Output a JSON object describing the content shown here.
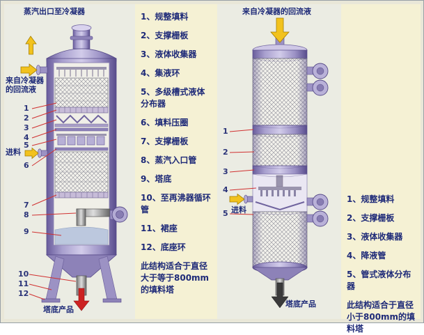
{
  "left_diagram": {
    "top_label": "蒸汽出口至冷凝器",
    "reflux_label": "来自冷凝器的回流液",
    "feed_label": "进料",
    "bottom_label": "塔底产品",
    "callouts": [
      "1",
      "2",
      "3",
      "4",
      "5",
      "6",
      "7",
      "8",
      "9",
      "10",
      "11",
      "12"
    ]
  },
  "middle_legend": {
    "items": [
      "1、规整填料",
      "2、支撑栅板",
      "3、液体收集器",
      "4、集液环",
      "5、多级槽式液体分布器",
      "6、填料压圈",
      "7、支撑栅板",
      "8、蒸汽入口管",
      "9、塔底",
      "10、至再沸器循环管",
      "11、裙座",
      "12、底座环"
    ],
    "note": "此结构适合于直径大于等于800mm的填料塔"
  },
  "right_diagram": {
    "top_label": "来自冷凝器的回流液",
    "feed_label": "进料",
    "bottom_label": "塔底产品",
    "callouts": [
      "1",
      "2",
      "3",
      "4",
      "5"
    ]
  },
  "right_legend": {
    "items": [
      "1、规整填料",
      "2、支撑栅板",
      "3、液体收集器",
      "4、降液管",
      "5、管式液体分布器"
    ],
    "note": "此结构适合于直径小于800mm的填料塔"
  },
  "colors": {
    "shell_purple": "#9c92c4",
    "arrow_yellow": "#f2c21d",
    "leader_red": "#d03030",
    "text_navy": "#1e2a78",
    "product_red": "#cc2222"
  }
}
